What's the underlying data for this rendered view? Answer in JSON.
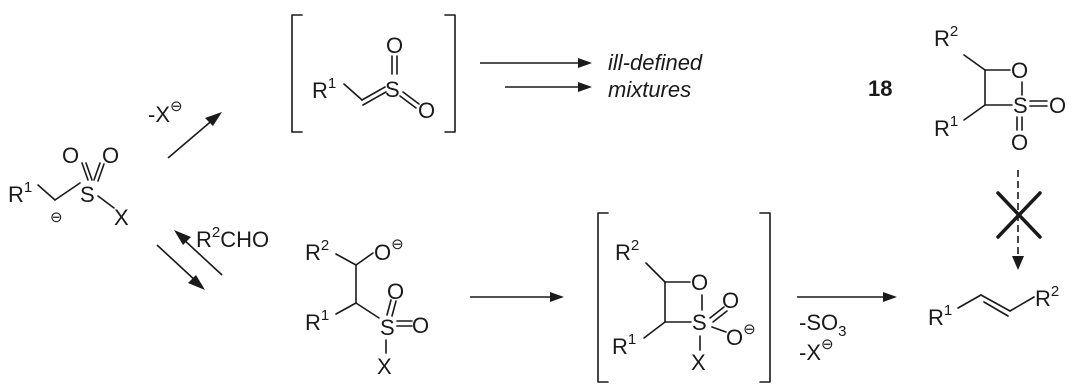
{
  "labels": {
    "R": "R",
    "one": "1",
    "two": "2",
    "S": "S",
    "O": "O",
    "X": "X",
    "CHO": "CHO",
    "minus_X": "-X",
    "minus_SO": "-SO",
    "three": "3",
    "minus_charge": "⊖",
    "compound_18": "18"
  },
  "text": {
    "ill_defined": "ill-defined",
    "mixtures": "mixtures"
  }
}
